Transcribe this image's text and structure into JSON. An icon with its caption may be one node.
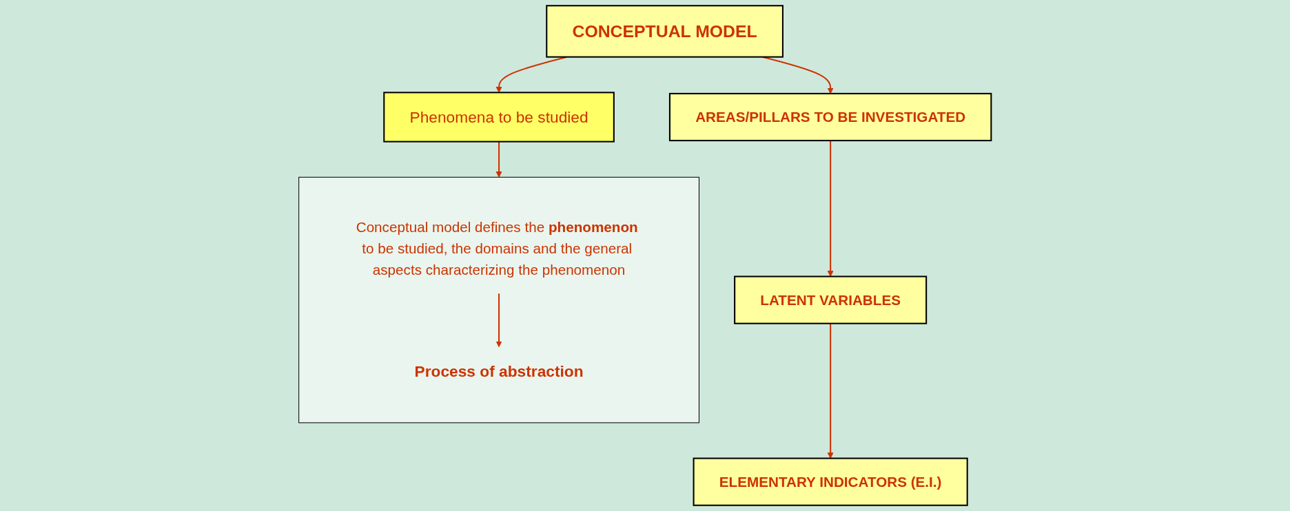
{
  "diagram": {
    "nodes": [
      {
        "text": [
          "CONCEPTUAL MODEL"
        ]
      },
      {
        "text": [
          "Phenomena to be studied"
        ]
      },
      {
        "text": [],
        "shape": "box"
      },
      {
        "text": [
          "Conceptual model defines the **phenomenon** to be studied, the domains and the general aspects characterizing the phenomenon"
        ],
        "in": 2
      },
      {
        "text": [
          "Process of abstraction"
        ],
        "in": 2
      },
      {
        "text": [
          "AREAS/PILLARS TO BE INVESTIGATED"
        ]
      },
      {
        "text": [
          "LATENT VARIABLES"
        ]
      },
      {
        "text": [
          "ELEMENTARY INDICATORS (E.I.)"
        ]
      }
    ],
    "edges": [
      {
        "from": 0,
        "to": 1,
        "arrow": "to"
      },
      {
        "from": 1,
        "to": 2,
        "arrow": "to"
      },
      {
        "from": 3,
        "to": 4,
        "arrow": "to"
      },
      {
        "from": 0,
        "to": 5,
        "arrow": "to"
      },
      {
        "from": 5,
        "to": 6,
        "arrow": "to"
      },
      {
        "from": 6,
        "to": 7,
        "arrow": "to"
      }
    ]
  }
}
